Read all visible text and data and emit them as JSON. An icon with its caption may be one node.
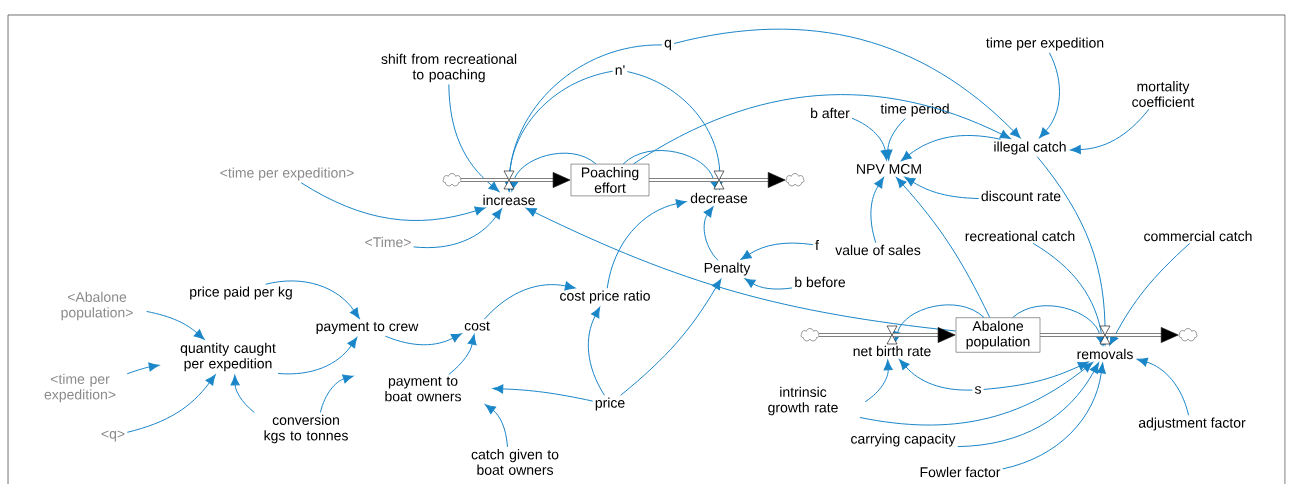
{
  "diagram": {
    "nodes": [
      {
        "text": [
          "shift from recreational to poaching"
        ]
      },
      {
        "text": [
          "n'"
        ]
      },
      {
        "text": [
          "q"
        ]
      },
      {
        "text": [
          "time per expedition"
        ]
      },
      {
        "text": [
          "mortality coefficient"
        ]
      },
      {
        "text": [
          "b after"
        ]
      },
      {
        "text": [
          "time period"
        ]
      },
      {
        "text": [
          "illegal catch"
        ]
      },
      {
        "text": [],
        "shape": "cloud"
      },
      {
        "text": [
          "increase"
        ]
      },
      {
        "text": [
          "Poaching effort"
        ]
      },
      {
        "text": [
          "decrease"
        ]
      },
      {
        "text": [],
        "shape": "cloud"
      },
      {
        "text": [
          "<time per expedition>"
        ]
      },
      {
        "text": [
          "NPV MCM"
        ]
      },
      {
        "text": [
          "discount rate"
        ]
      },
      {
        "text": [
          "<Time>"
        ]
      },
      {
        "text": [
          "recreational catch"
        ]
      },
      {
        "text": [
          "commercial catch"
        ]
      },
      {
        "text": [
          "f"
        ]
      },
      {
        "text": [
          "value of sales"
        ]
      },
      {
        "text": [
          "Penalty"
        ]
      },
      {
        "text": [
          "b before"
        ]
      },
      {
        "text": [
          "<Abalone population>"
        ]
      },
      {
        "text": [
          "price paid per kg"
        ]
      },
      {
        "text": [
          "cost price ratio"
        ]
      },
      {
        "text": [
          "payment to crew"
        ]
      },
      {
        "text": [
          "cost"
        ]
      },
      {
        "text": [],
        "shape": "cloud"
      },
      {
        "text": [
          "net birth rate"
        ]
      },
      {
        "text": [
          "Abalone population"
        ]
      },
      {
        "text": [
          "removals"
        ]
      },
      {
        "text": [],
        "shape": "cloud"
      },
      {
        "text": [
          "quantity caught per expedition"
        ]
      },
      {
        "text": [
          "<time per expedition>"
        ]
      },
      {
        "text": [
          "payment to boat owners"
        ]
      },
      {
        "text": [
          "price"
        ]
      },
      {
        "text": [
          "intrinsic growth rate"
        ]
      },
      {
        "text": [
          "s"
        ]
      },
      {
        "text": [
          "<q>"
        ]
      },
      {
        "text": [
          "conversion kgs to tonnes"
        ]
      },
      {
        "text": [
          "catch given to boat owners"
        ]
      },
      {
        "text": [
          "carrying capacity"
        ]
      },
      {
        "text": [
          "adjustment factor"
        ]
      },
      {
        "text": [
          "Fowler factor"
        ]
      }
    ],
    "edges": [
      {
        "from": 0,
        "to": 9,
        "arrow": "to"
      },
      {
        "from": 1,
        "to": 9,
        "arrow": "to"
      },
      {
        "from": 1,
        "to": 11,
        "arrow": "to"
      },
      {
        "from": 2,
        "to": 9,
        "arrow": "to"
      },
      {
        "from": 2,
        "to": 7,
        "arrow": "to"
      },
      {
        "from": 10,
        "to": 9,
        "arrow": "to"
      },
      {
        "from": 10,
        "to": 11,
        "arrow": "to"
      },
      {
        "from": 10,
        "to": 7,
        "arrow": "to"
      },
      {
        "from": 13,
        "to": 9,
        "arrow": "to"
      },
      {
        "from": 16,
        "to": 9,
        "arrow": "to"
      },
      {
        "from": 30,
        "to": 9,
        "arrow": "to"
      },
      {
        "from": 25,
        "to": 11,
        "arrow": "to"
      },
      {
        "from": 21,
        "to": 11,
        "arrow": "to"
      },
      {
        "from": 19,
        "to": 21,
        "arrow": "to"
      },
      {
        "from": 22,
        "to": 21,
        "arrow": "to"
      },
      {
        "from": 36,
        "to": 21,
        "arrow": "to"
      },
      {
        "from": 20,
        "to": 14,
        "arrow": "to"
      },
      {
        "from": 5,
        "to": 14,
        "arrow": "to"
      },
      {
        "from": 6,
        "to": 14,
        "arrow": "to"
      },
      {
        "from": 7,
        "to": 14,
        "arrow": "to"
      },
      {
        "from": 15,
        "to": 14,
        "arrow": "to"
      },
      {
        "from": 30,
        "to": 14,
        "arrow": "to"
      },
      {
        "from": 3,
        "to": 7,
        "arrow": "to"
      },
      {
        "from": 4,
        "to": 7,
        "arrow": "to"
      },
      {
        "from": 7,
        "to": 31,
        "arrow": "to"
      },
      {
        "from": 17,
        "to": 31,
        "arrow": "to"
      },
      {
        "from": 18,
        "to": 31,
        "arrow": "to"
      },
      {
        "from": 30,
        "to": 31,
        "arrow": "to"
      },
      {
        "from": 30,
        "to": 29,
        "arrow": "to"
      },
      {
        "from": 37,
        "to": 29,
        "arrow": "to"
      },
      {
        "from": 38,
        "to": 29,
        "arrow": "to"
      },
      {
        "from": 38,
        "to": 31,
        "arrow": "to"
      },
      {
        "from": 37,
        "to": 31,
        "arrow": "to"
      },
      {
        "from": 42,
        "to": 31,
        "arrow": "to"
      },
      {
        "from": 44,
        "to": 31,
        "arrow": "to"
      },
      {
        "from": 43,
        "to": 31,
        "arrow": "to"
      },
      {
        "from": 24,
        "to": 26,
        "arrow": "to"
      },
      {
        "from": 33,
        "to": 26,
        "arrow": "to"
      },
      {
        "from": 26,
        "to": 27,
        "arrow": "to"
      },
      {
        "from": 35,
        "to": 27,
        "arrow": "to"
      },
      {
        "from": 27,
        "to": 25,
        "arrow": "to"
      },
      {
        "from": 36,
        "to": 25,
        "arrow": "to"
      },
      {
        "from": 36,
        "to": 35,
        "arrow": "to"
      },
      {
        "from": 41,
        "to": 35,
        "arrow": "to"
      },
      {
        "from": 40,
        "to": 35,
        "arrow": "to"
      },
      {
        "from": 40,
        "to": 33,
        "arrow": "to"
      },
      {
        "from": 23,
        "to": 33,
        "arrow": "to"
      },
      {
        "from": 34,
        "to": 33,
        "arrow": "to"
      },
      {
        "from": 39,
        "to": 33,
        "arrow": "to"
      },
      {
        "from": 8,
        "to": 10,
        "arrow": "to",
        "style": "thick",
        "color": "#000000"
      },
      {
        "from": 10,
        "to": 12,
        "arrow": "to",
        "style": "thick",
        "color": "#000000"
      },
      {
        "from": 28,
        "to": 30,
        "arrow": "to",
        "style": "thick",
        "color": "#000000"
      },
      {
        "from": 30,
        "to": 32,
        "arrow": "to",
        "style": "thick",
        "color": "#000000"
      }
    ]
  }
}
